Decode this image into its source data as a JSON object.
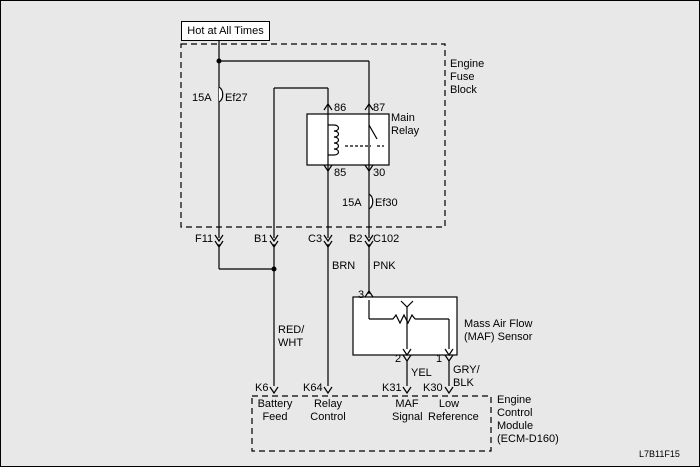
{
  "power_label": "Hot at All Times",
  "engine_fuse_block": {
    "line1": "Engine",
    "line2": "Fuse",
    "line3": "Block"
  },
  "fuse_ef27": {
    "rating": "15A",
    "id": "Ef27"
  },
  "fuse_ef30": {
    "rating": "15A",
    "id": "Ef30"
  },
  "relay": {
    "line1": "Main",
    "line2": "Relay",
    "pin_86": "86",
    "pin_87": "87",
    "pin_85": "85",
    "pin_30": "30"
  },
  "connector_pins": {
    "f11": "F11",
    "b1": "B1",
    "c3": "C3",
    "b2": "B2",
    "c102": "C102"
  },
  "wire_colors": {
    "brn": "BRN",
    "pnk": "PNK",
    "red_wht_1": "RED/",
    "red_wht_2": "WHT",
    "yel": "YEL",
    "gry_blk_1": "GRY/",
    "gry_blk_2": "BLK"
  },
  "maf_sensor": {
    "line1": "Mass Air Flow",
    "line2": "(MAF) Sensor",
    "pin_3": "3",
    "pin_2": "2",
    "pin_1": "1"
  },
  "ecm": {
    "line1": "Engine",
    "line2": "Control",
    "line3": "Module",
    "line4": "(ECM-D160)",
    "k6": "K6",
    "k64": "K64",
    "k31": "K31",
    "k30": "K30",
    "battery_feed_1": "Battery",
    "battery_feed_2": "Feed",
    "relay_control_1": "Relay",
    "relay_control_2": "Control",
    "maf_signal_1": "MAF",
    "maf_signal_2": "Signal",
    "low_ref_1": "Low",
    "low_ref_2": "Reference"
  },
  "figure_id": "L7B11F15",
  "colors": {
    "background": "#e8e8e8",
    "box_fill": "#ffffff",
    "line": "#000000"
  }
}
